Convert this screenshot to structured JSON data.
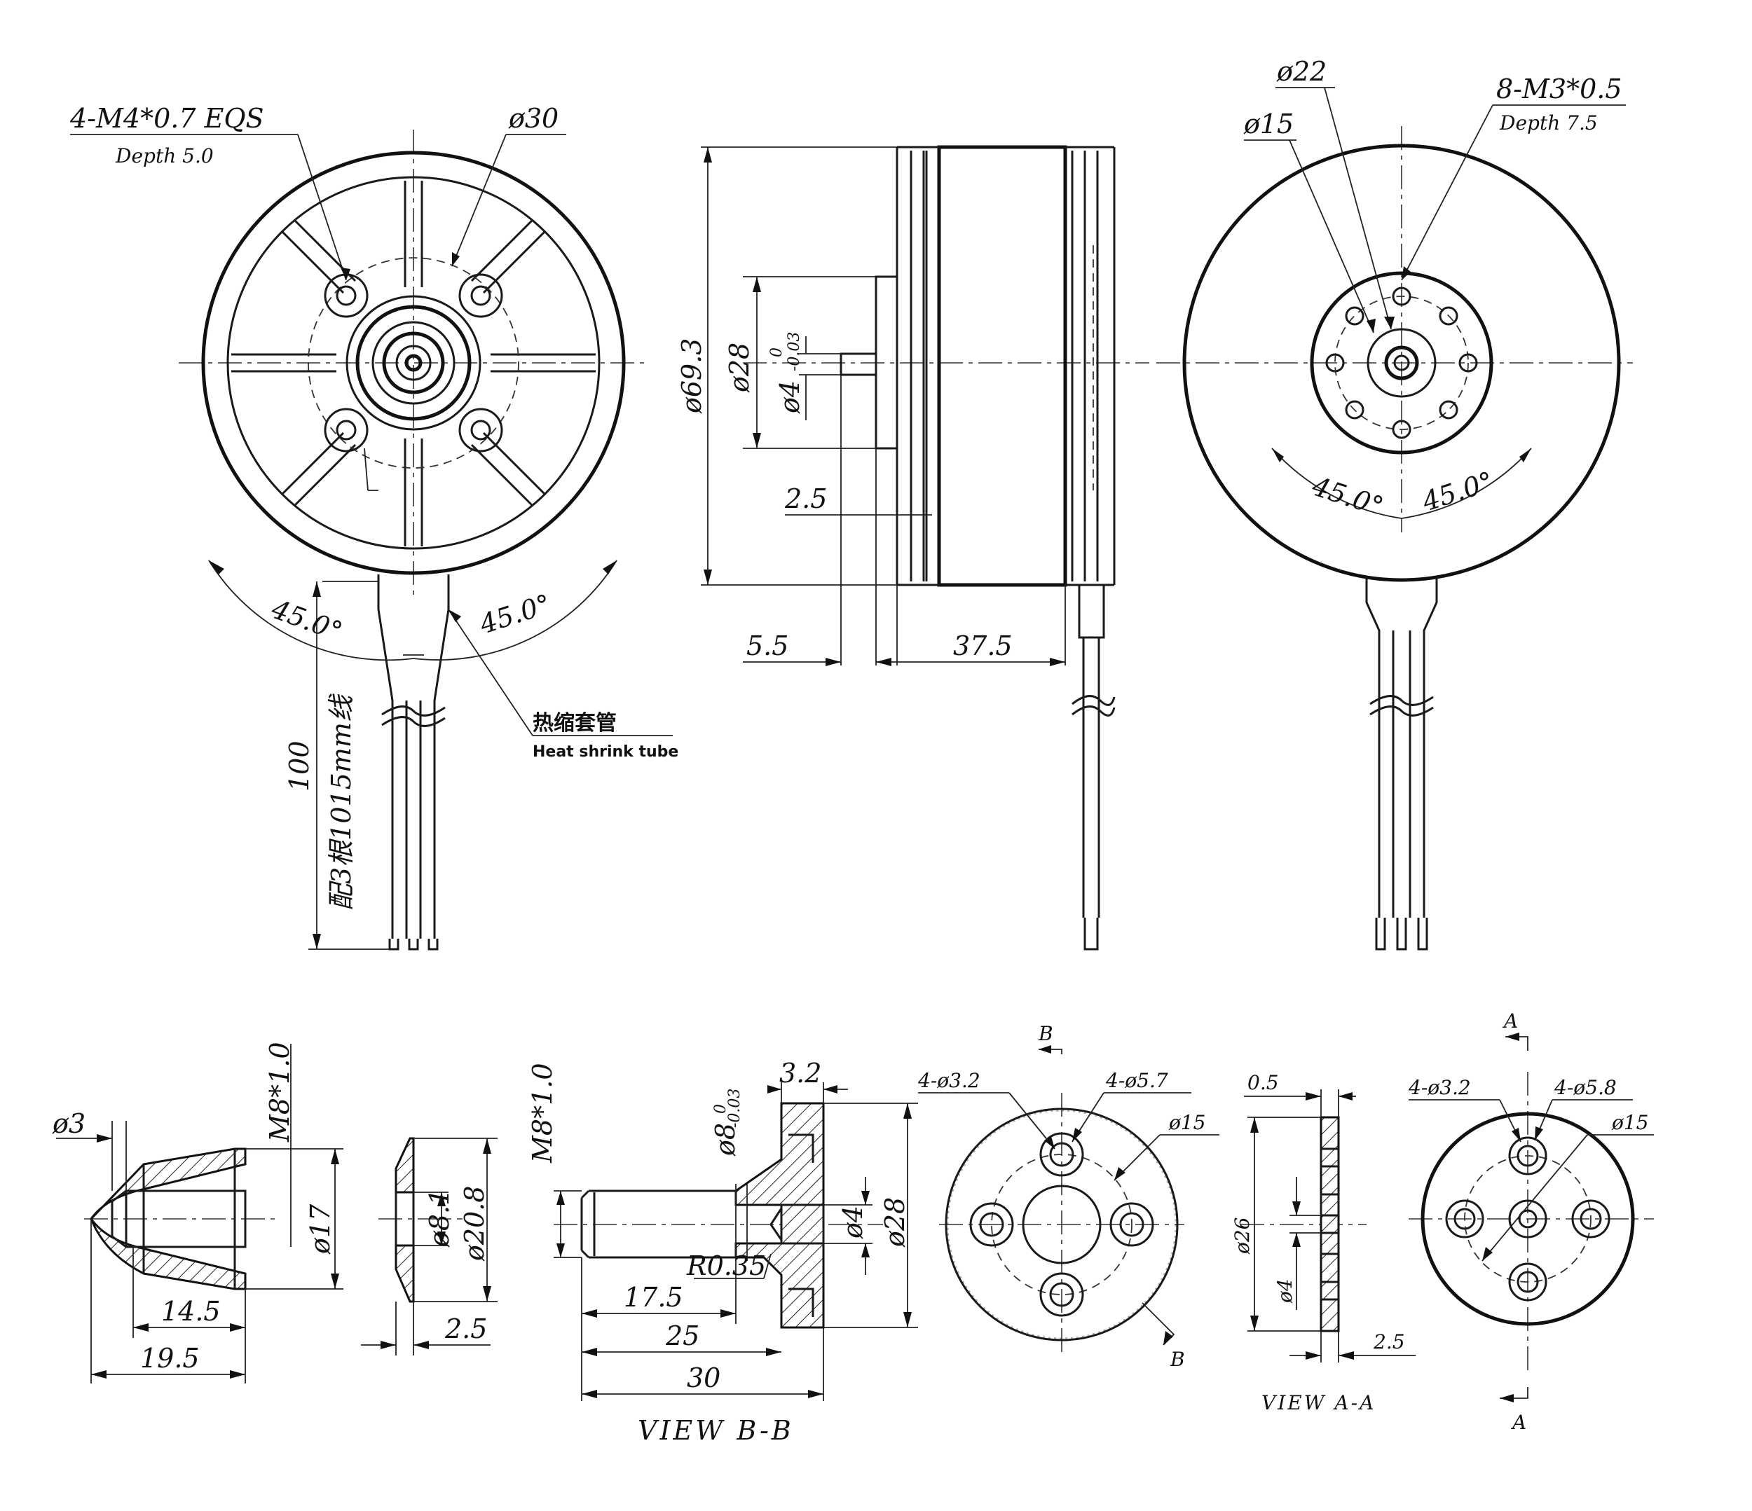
{
  "front_view": {
    "thread_callout": "4-M4*0.7 EQS",
    "thread_depth": "Depth 5.0",
    "bolt_circle": "ø30",
    "angle_left": "45.0°",
    "angle_right": "45.0°",
    "lead_length": "100",
    "lead_wire_note": "配3根1015mm线",
    "heat_shrink_cn": "热缩套管",
    "heat_shrink_en": "Heat shrink tube"
  },
  "side_view": {
    "outer_diameter": "ø69.3",
    "boss_diameter": "ø28",
    "shaft_diameter_base": "ø4",
    "shaft_tol_upper": "0",
    "shaft_tol_lower": "-0.03",
    "boss_height": "2.5",
    "shaft_length": "5.5",
    "body_length": "37.5"
  },
  "rear_view": {
    "inner_circle": "ø22",
    "bolt_circle": "ø15",
    "thread_callout": "8-M3*0.5",
    "thread_depth": "Depth 7.5",
    "angle_left": "45.0°",
    "angle_right": "45.0°"
  },
  "prop_nut": {
    "tip_hole": "ø3",
    "thread": "M8*1.0",
    "diameter": "ø17",
    "inner_length": "14.5",
    "total_length": "19.5"
  },
  "washer": {
    "inner": "ø8.1",
    "outer": "ø20.8",
    "thickness": "2.5"
  },
  "prop_adapter": {
    "thread": "M8*1.0",
    "bore_base": "ø8",
    "bore_tol_upper": "0",
    "bore_tol_lower": "-0.03",
    "flange_thickness": "3.2",
    "radius": "R0.35",
    "center_bore": "ø4",
    "flange_diameter": "ø28",
    "len_1": "17.5",
    "len_2": "25",
    "len_3": "30",
    "view_label": "VIEW  B-B"
  },
  "adapter_face": {
    "section_mark": "B",
    "small_holes": "4-ø3.2",
    "large_holes": "4-ø5.7",
    "bolt_circle": "ø15"
  },
  "plate_section": {
    "thickness_top": "0.5",
    "diameter": "ø26",
    "center_bore": "ø4",
    "thickness": "2.5",
    "view_label": "VIEW  A-A"
  },
  "plate_face": {
    "section_mark": "A",
    "small_holes": "4-ø3.2",
    "large_holes": "4-ø5.8",
    "bolt_circle": "ø15"
  }
}
